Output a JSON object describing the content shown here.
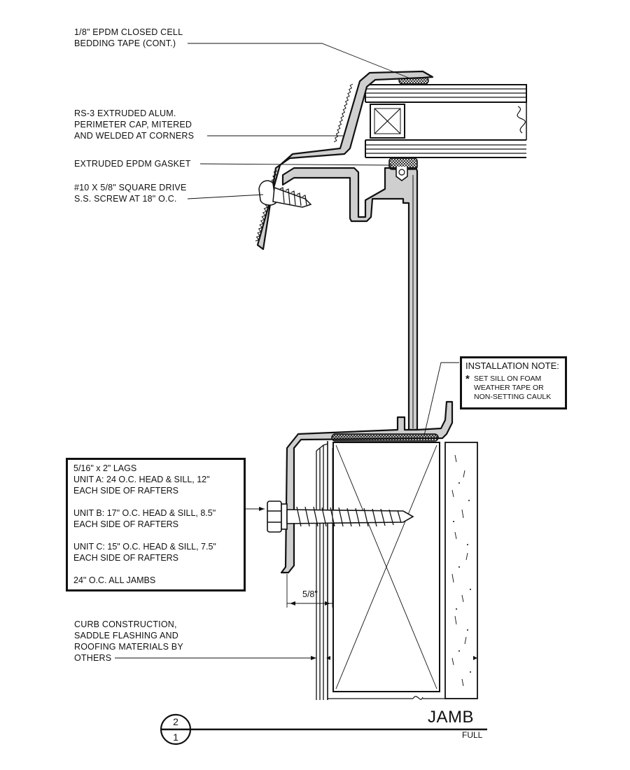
{
  "callouts": {
    "bedding_tape": [
      "1/8\" EPDM CLOSED CELL",
      "BEDDING TAPE (CONT.)"
    ],
    "perimeter_cap": [
      "RS-3 EXTRUDED ALUM.",
      "PERIMETER CAP, MITERED",
      "AND WELDED  AT CORNERS"
    ],
    "gasket": [
      "EXTRUDED EPDM GASKET"
    ],
    "screw": [
      "#10 X 5/8\" SQUARE DRIVE",
      "S.S. SCREW AT 18\" O.C."
    ],
    "curb": [
      "CURB CONSTRUCTION,",
      "SADDLE FLASHING AND",
      "ROOFING MATERIALS BY",
      "OTHERS"
    ]
  },
  "lag_note": {
    "lines": [
      "5/16\" x 2\" LAGS",
      "UNIT A: 24 O.C. HEAD & SILL, 12\"",
      "EACH SIDE OF RAFTERS",
      "",
      "UNIT B: 17\" O.C. HEAD & SILL, 8.5\"",
      "EACH SIDE OF RAFTERS",
      "",
      "UNIT C: 15\" O.C. HEAD & SILL, 7.5\"",
      "EACH SIDE OF RAFTERS",
      "",
      "24\" O.C. ALL JAMBS"
    ]
  },
  "installation_note": {
    "title": "INSTALLATION NOTE:",
    "marker": "*",
    "lines": [
      "SET SILL ON FOAM",
      "WEATHER TAPE OR",
      "NON-SETTING CAULK"
    ]
  },
  "dimension": "5/8\"",
  "title_block": {
    "title": "JAMB",
    "scale": "FULL",
    "detail_number": "2",
    "sheet_number": "1"
  },
  "colors": {
    "line": "#111111",
    "metal_fill": "#cccccc",
    "paper": "#ffffff"
  }
}
